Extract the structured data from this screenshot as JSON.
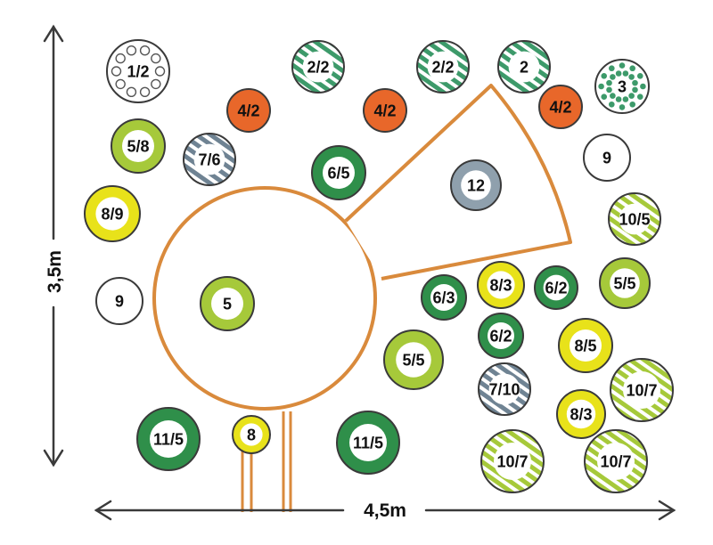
{
  "dimensions": {
    "width_label": "4,5m",
    "height_label": "3,5m"
  },
  "colors": {
    "outline": "#d98a3c",
    "stroke_dark": "#3a3a3a",
    "dark_green": "#2f8f4a",
    "mid_green": "#7fb83a",
    "light_green": "#a6c93a",
    "yellow": "#e8e21a",
    "orange": "#e8672a",
    "grey_blue": "#8fa0ad",
    "hatch_green": "#3d9a6a",
    "white": "#ffffff"
  },
  "plants": [
    {
      "label": "1/2",
      "style": "flowers"
    },
    {
      "label": "2/2",
      "style": "hatch-green"
    },
    {
      "label": "2/2",
      "style": "hatch-green"
    },
    {
      "label": "2",
      "style": "hatch-green"
    },
    {
      "label": "3",
      "style": "dots"
    },
    {
      "label": "4/2",
      "style": "orange"
    },
    {
      "label": "4/2",
      "style": "orange"
    },
    {
      "label": "4/2",
      "style": "orange"
    },
    {
      "label": "5/8",
      "style": "light-green"
    },
    {
      "label": "7/6",
      "style": "hatch-grey"
    },
    {
      "label": "6/5",
      "style": "dark-green"
    },
    {
      "label": "9",
      "style": "white"
    },
    {
      "label": "12",
      "style": "grey"
    },
    {
      "label": "8/9",
      "style": "yellow"
    },
    {
      "label": "10/5",
      "style": "hatch-light"
    },
    {
      "label": "5/5",
      "style": "light-green"
    },
    {
      "label": "9",
      "style": "white"
    },
    {
      "label": "5",
      "style": "light-green"
    },
    {
      "label": "6/3",
      "style": "dark-green"
    },
    {
      "label": "8/3",
      "style": "yellow"
    },
    {
      "label": "6/2",
      "style": "dark-green"
    },
    {
      "label": "6/2",
      "style": "dark-green"
    },
    {
      "label": "8/5",
      "style": "yellow"
    },
    {
      "label": "5/5",
      "style": "light-green"
    },
    {
      "label": "7/10",
      "style": "hatch-grey"
    },
    {
      "label": "10/7",
      "style": "hatch-light"
    },
    {
      "label": "8/3",
      "style": "yellow"
    },
    {
      "label": "11/5",
      "style": "dark-green"
    },
    {
      "label": "8",
      "style": "yellow"
    },
    {
      "label": "11/5",
      "style": "dark-green"
    },
    {
      "label": "10/7",
      "style": "hatch-light"
    },
    {
      "label": "10/7",
      "style": "hatch-light"
    }
  ]
}
